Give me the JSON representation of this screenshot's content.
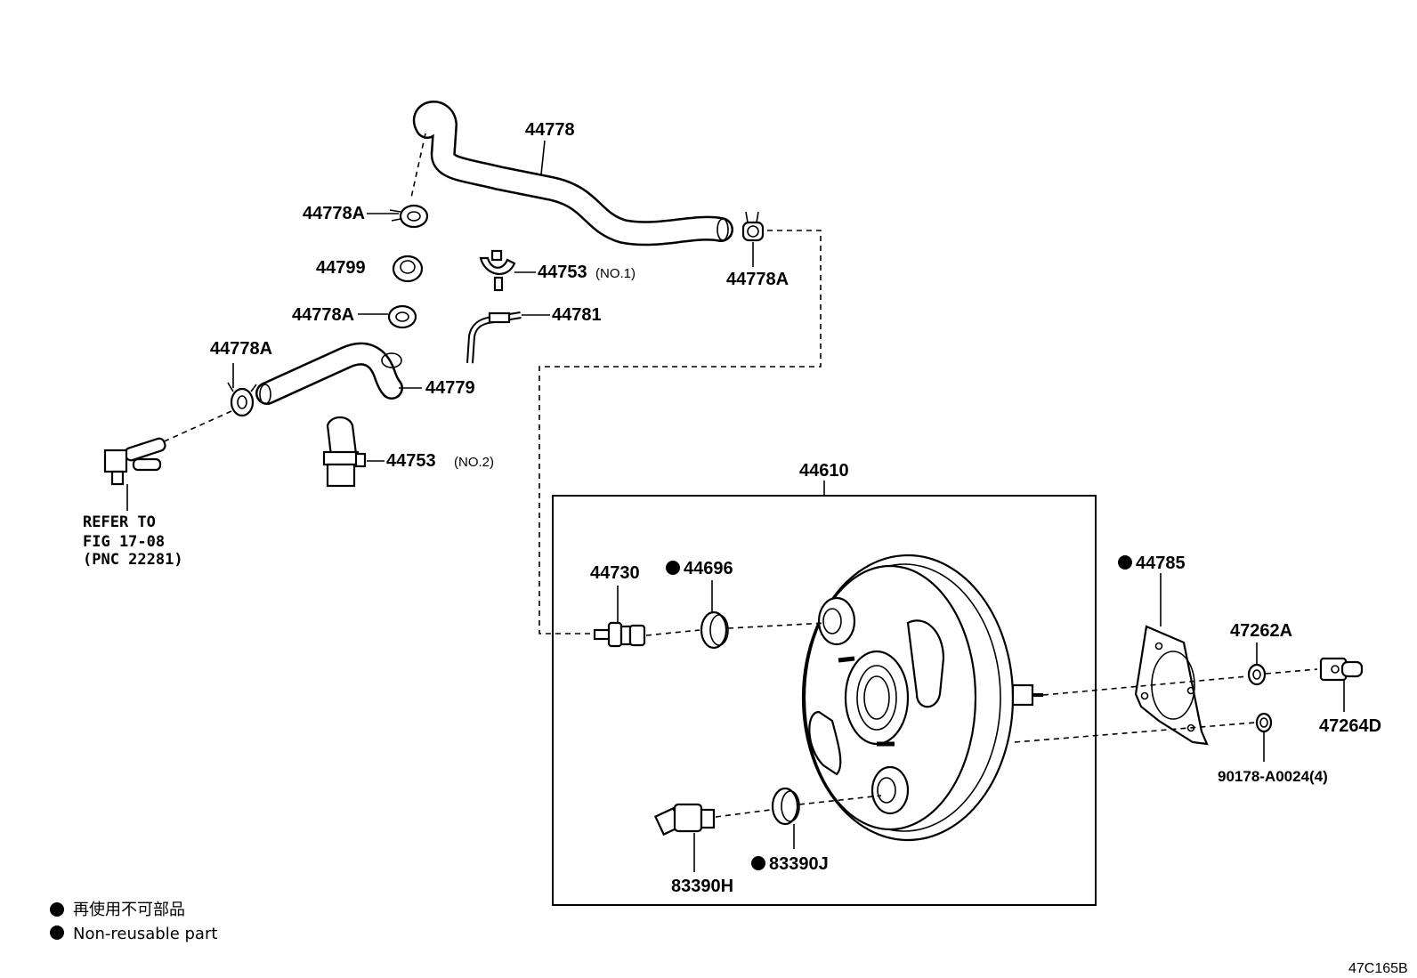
{
  "labels": {
    "hose_upper": "44778",
    "clip_upper_left": "44778A",
    "grommet_44799": "44799",
    "clamp_no1": "44753",
    "clamp_no1_note": "(NO.1)",
    "clip_upper_right": "44778A",
    "bracket_44781": "44781",
    "clip_mid": "44778A",
    "clip_left": "44778A",
    "hose_lower": "44779",
    "clamp_no2": "44753",
    "clamp_no2_note": "(NO.2)",
    "booster_assy": "44610",
    "check_valve": "44730",
    "grommet_44696": "44696",
    "gasket_44785": "44785",
    "nut_47262a": "47262A",
    "clevis_47264d": "47264D",
    "nut_90178": "90178-A0024(4)",
    "sensor_83390h": "83390H",
    "grommet_83390j": "83390J"
  },
  "refer": {
    "line1": "REFER TO",
    "line2": "FIG 17-08",
    "line3": "(PNC 22281)"
  },
  "legend": {
    "jp": "再使用不可部品",
    "en": "Non-reusable part"
  },
  "figure_id": "47C165B"
}
